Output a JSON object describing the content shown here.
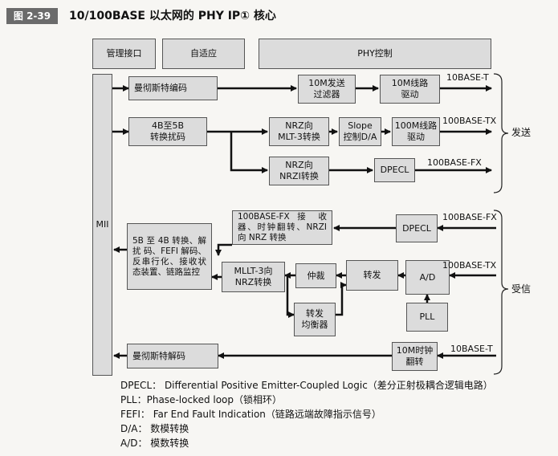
{
  "figure": {
    "number": "图 2-39",
    "title": "10/100BASE 以太网的 PHY IP① 核心"
  },
  "top_blocks": [
    "管理接口",
    "自适应",
    "PHY控制"
  ],
  "blocks": {
    "mii": "MII",
    "manchester_enc": "曼彻斯特编码",
    "tx10_filter": "10M发送\n过滤器",
    "line_driver_10m": "10M线路\n驱动",
    "enc_4b5b": "4B至5B\n转换扰码",
    "nrz_mlt3": "NRZ向\nMLT-3转换",
    "slope_da": "Slope\n控制D/A",
    "line_driver_100m": "100M线路\n驱动",
    "nrz_nrzi": "NRZ向\nNRZI转换",
    "dpecl_tx": "DPECL",
    "fx_rx": "100BASE-FX 接 收 器、时钟翻转、NRZI 向 NRZ 转换",
    "dpecl_rx": "DPECL",
    "dec_5b4b": "5B 至 4B 转换、解 扰 码、FEFI 解码、反串行化、接收状态装置、链路监控",
    "mlt3_nrz": "MLLT-3向\nNRZ转换",
    "arbiter": "仲裁",
    "forward": "转发",
    "ad": "A/D",
    "equalizer": "转发\n均衡器",
    "pll": "PLL",
    "manchester_dec": "曼彻斯特解码",
    "clock_flip_10m": "10M时钟\n翻转"
  },
  "ports": {
    "tx_10baset": "10BASE-T",
    "tx_100basetx": "100BASE-TX",
    "tx_100basefx": "100BASE-FX",
    "rx_100basefx": "100BASE-FX",
    "rx_100basetx": "100BASE-TX",
    "rx_10baset": "10BASE-T"
  },
  "groups": {
    "transmit": "发送",
    "receive": "受信"
  },
  "legend": [
    "DPECL： Differential Positive Emitter-Coupled Logic（差分正射极耦合逻辑电路）",
    "PLL：Phase-locked loop（锁相环）",
    "FEFI： Far End Fault Indication（链路远端故障指示信号）",
    "D/A： 数模转换",
    "A/D： 模数转换"
  ]
}
